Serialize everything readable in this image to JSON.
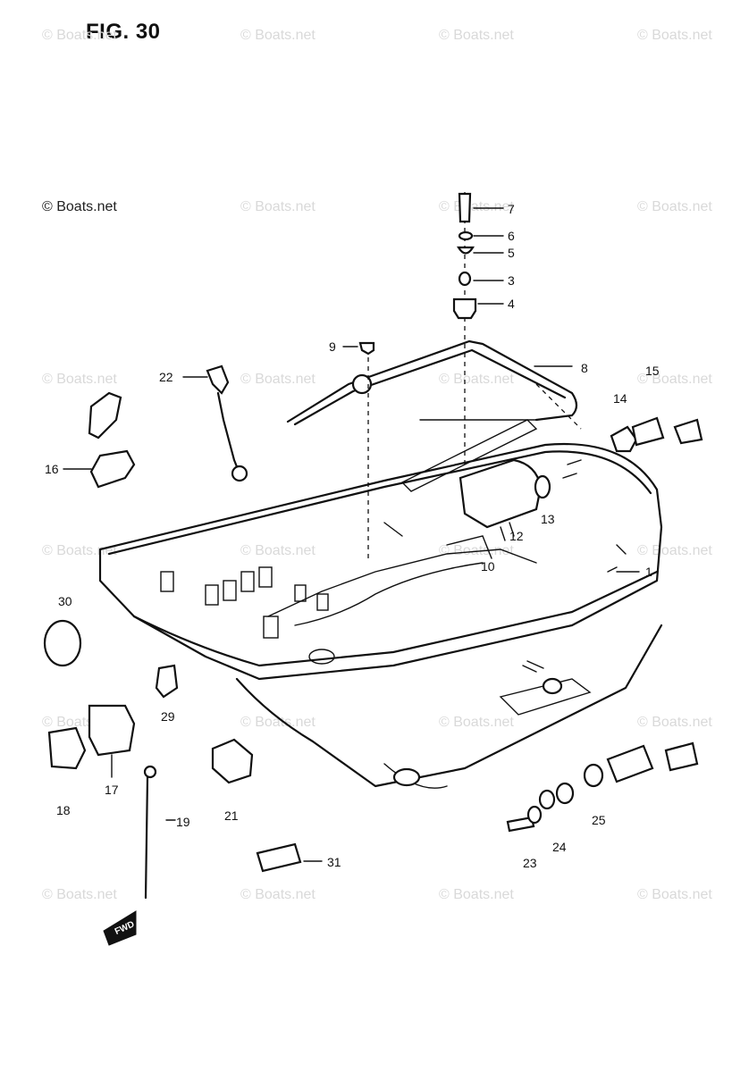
{
  "figure": {
    "title": "FIG. 30"
  },
  "watermark": {
    "text": "© Boats.net"
  },
  "callouts": {
    "c1": "1",
    "c3": "3",
    "c4": "4",
    "c5": "5",
    "c6": "6",
    "c7": "7",
    "c8": "8",
    "c9": "9",
    "c10": "10",
    "c12": "12",
    "c13": "13",
    "c14": "14",
    "c15": "15",
    "c16": "16",
    "c17": "17",
    "c18": "18",
    "c19": "19",
    "c21": "21",
    "c22": "22",
    "c23": "23",
    "c24": "24",
    "c25": "25",
    "c29": "29",
    "c30": "30",
    "c31": "31"
  },
  "fwd_marker": {
    "text": "FWD"
  }
}
